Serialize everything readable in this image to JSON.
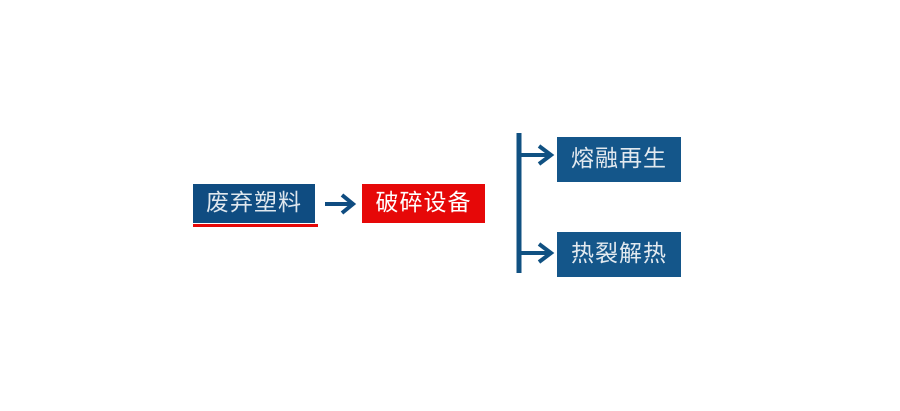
{
  "diagram": {
    "title": "",
    "colors": {
      "primary_blue": "#0f4c81",
      "node_blue": "#14568a",
      "accent_red": "#e60808",
      "text_light": "#e2e9ef",
      "text_white": "#ffffff",
      "background": "#ffffff"
    },
    "nodes": {
      "waste_plastic": {
        "label": "废弃塑料",
        "type": "input"
      },
      "crusher": {
        "label": "破碎设备",
        "type": "process"
      },
      "melt_recycle": {
        "label": "熔融再生",
        "type": "output"
      },
      "pyrolysis": {
        "label": "热裂解热",
        "type": "output"
      }
    },
    "connectors": {
      "main_arrow": {
        "icon": "arrow-right-icon"
      },
      "branch_top_arrow": {
        "icon": "arrow-right-icon"
      },
      "branch_bottom_arrow": {
        "icon": "arrow-right-icon"
      },
      "branch_trunk": {
        "icon": "vertical-line"
      }
    }
  }
}
